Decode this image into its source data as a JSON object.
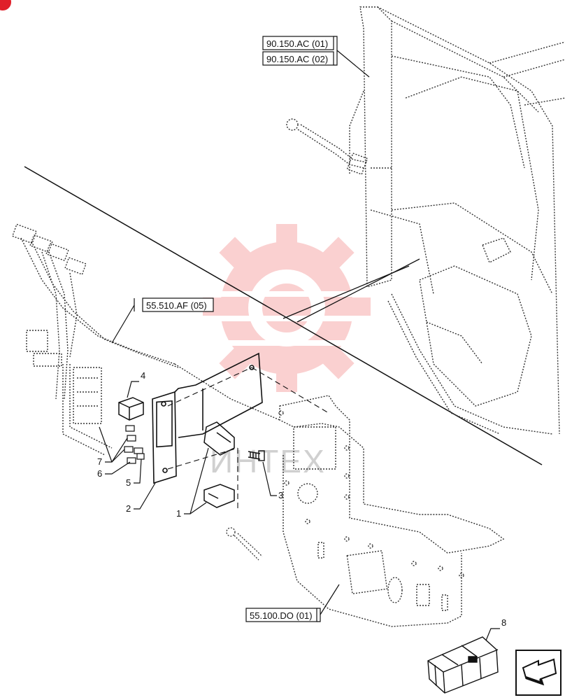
{
  "references": {
    "ref_90_150_ac_01": "90.150.AC (01)",
    "ref_90_150_ac_02": "90.150.AC (02)",
    "ref_55_510_af_05": "55.510.AF (05)",
    "ref_55_100_do_01": "55.100.DO (01)"
  },
  "callouts": {
    "c1": "1",
    "c2": "2",
    "c3": "3",
    "c4": "4",
    "c5": "5",
    "c6": "6",
    "c7": "7",
    "c8": "8"
  },
  "watermark": {
    "text": "ИНТЕХ",
    "color": "#f05a5a"
  },
  "colors": {
    "line": "#111111",
    "dotted": "#333333",
    "corner_badge": "#e0202a"
  },
  "icons": {
    "corner": "badge-icon",
    "nav": "next-page-arrow-icon"
  }
}
